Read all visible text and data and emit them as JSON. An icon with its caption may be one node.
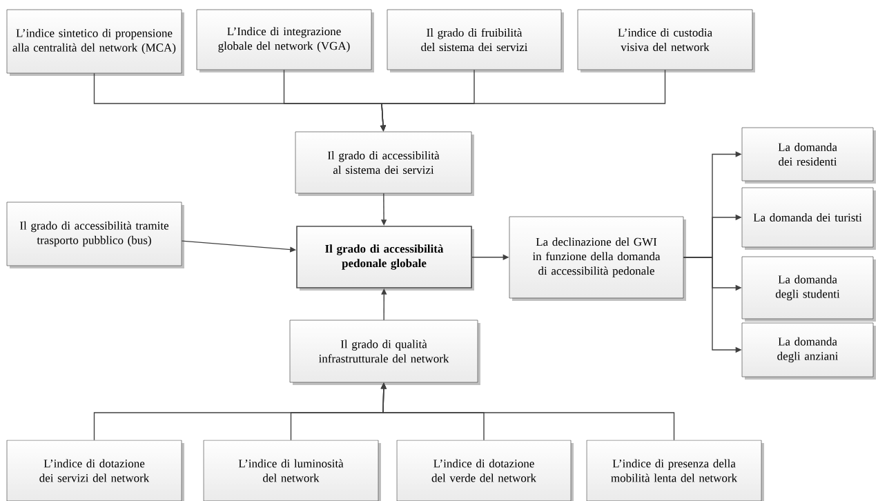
{
  "diagram": {
    "nodes": [
      {
        "text": [
          "L’indice sintetico di propensione alla centralità del network (MCA)"
        ]
      },
      {
        "text": [
          "L’Indice di integrazione globale del network (VGA)"
        ]
      },
      {
        "text": [
          "Il grado di fruibilità del sistema dei servizi"
        ]
      },
      {
        "text": [
          "L’indice di custodia visiva del network"
        ]
      },
      {
        "text": [
          "Il grado di accessibilità al sistema dei servizi"
        ]
      },
      {
        "text": [
          "Il grado di accessibilità tramite trasporto pubblico (bus)"
        ]
      },
      {
        "text": [
          "Il grado di accessibilità pedonale globale"
        ]
      },
      {
        "text": [
          "La declinazione del GWI in funzione della domanda di accessibilità pedonale"
        ]
      },
      {
        "text": [
          "La domanda dei residenti"
        ]
      },
      {
        "text": [
          "La domanda dei turisti"
        ]
      },
      {
        "text": [
          "La domanda degli studenti"
        ]
      },
      {
        "text": [
          "La domanda degli anziani"
        ]
      },
      {
        "text": [
          "Il grado di qualità infrastrutturale del network"
        ]
      },
      {
        "text": [
          "L’indice di dotazione dei servizi del network"
        ]
      },
      {
        "text": [
          "L’indice di luminosità del network"
        ]
      },
      {
        "text": [
          "L’indice di dotazione del verde del network"
        ]
      },
      {
        "text": [
          "L’indice di presenza della mobilità lenta del network"
        ]
      }
    ],
    "edges": [
      {
        "from": 0,
        "to": 4,
        "arrow": "to"
      },
      {
        "from": 1,
        "to": 4,
        "arrow": "to"
      },
      {
        "from": 2,
        "to": 4,
        "arrow": "to"
      },
      {
        "from": 3,
        "to": 4,
        "arrow": "to"
      },
      {
        "from": 4,
        "to": 6,
        "arrow": "to"
      },
      {
        "from": 5,
        "to": 6,
        "arrow": "to"
      },
      {
        "from": 12,
        "to": 6,
        "arrow": "to"
      },
      {
        "from": 13,
        "to": 12,
        "arrow": "to"
      },
      {
        "from": 14,
        "to": 12,
        "arrow": "to"
      },
      {
        "from": 15,
        "to": 12,
        "arrow": "to"
      },
      {
        "from": 16,
        "to": 12,
        "arrow": "to"
      },
      {
        "from": 6,
        "to": 7,
        "arrow": "to"
      },
      {
        "from": 7,
        "to": 8,
        "arrow": "to"
      },
      {
        "from": 7,
        "to": 9,
        "arrow": "to"
      },
      {
        "from": 7,
        "to": 10,
        "arrow": "to"
      },
      {
        "from": 7,
        "to": 11,
        "arrow": "to"
      }
    ]
  }
}
